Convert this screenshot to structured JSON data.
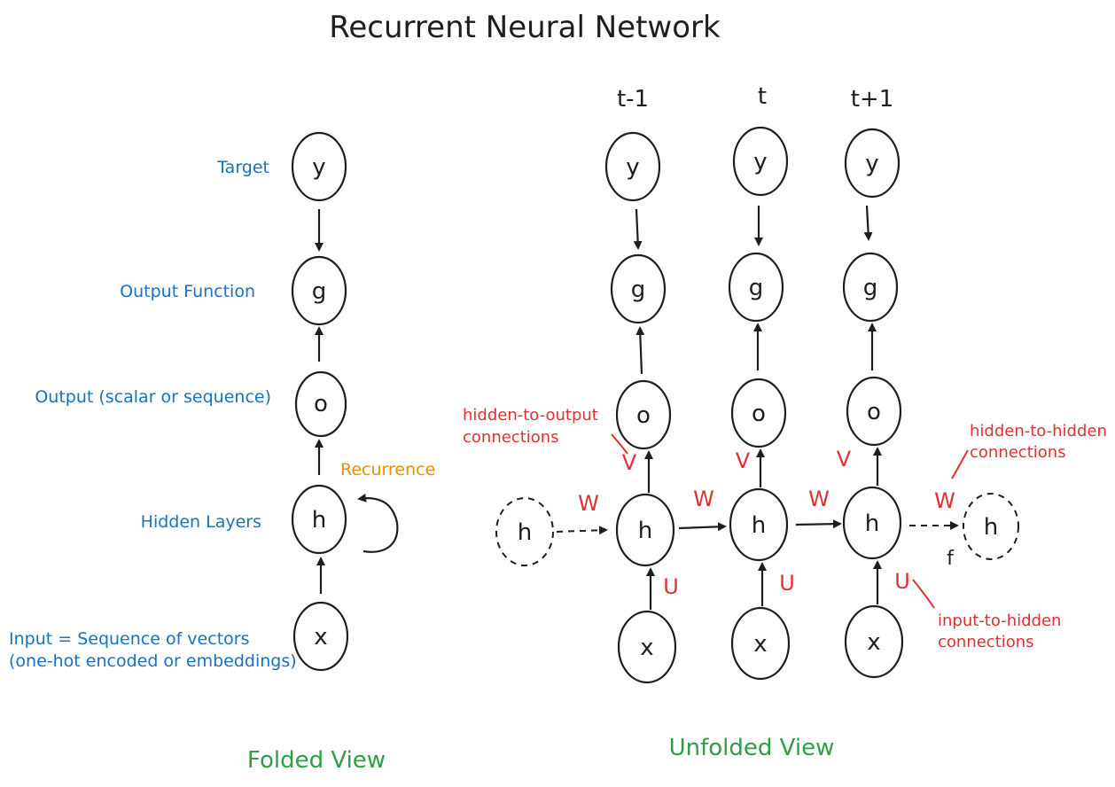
{
  "title": "Recurrent Neural Network",
  "folded": {
    "caption": "Folded View",
    "labels": {
      "target": "Target",
      "output_function": "Output Function",
      "output": "Output (scalar or sequence)",
      "hidden": "Hidden Layers",
      "input_line1": "Input = Sequence of vectors",
      "input_line2": "(one-hot encoded or embeddings)",
      "recurrence": "Recurrence"
    },
    "nodes": {
      "y": "y",
      "g": "g",
      "o": "o",
      "h": "h",
      "x": "x"
    }
  },
  "unfolded": {
    "caption": "Unfolded View",
    "time_steps": [
      "t-1",
      "t",
      "t+1"
    ],
    "nodes": {
      "y": "y",
      "g": "g",
      "o": "o",
      "h": "h",
      "x": "x"
    },
    "edge_labels": {
      "V": "V",
      "W": "W",
      "U": "U",
      "f": "f"
    },
    "annotations": {
      "hidden_to_output_1": "hidden-to-output",
      "hidden_to_output_2": "connections",
      "hidden_to_hidden_1": "hidden-to-hidden",
      "hidden_to_hidden_2": "connections",
      "input_to_hidden_1": "input-to-hidden",
      "input_to_hidden_2": "connections"
    }
  },
  "colors": {
    "ink": "#1e1e1e",
    "blue": "#1971c2",
    "red": "#e03131",
    "orange": "#f08c00",
    "green": "#2f9e44"
  }
}
